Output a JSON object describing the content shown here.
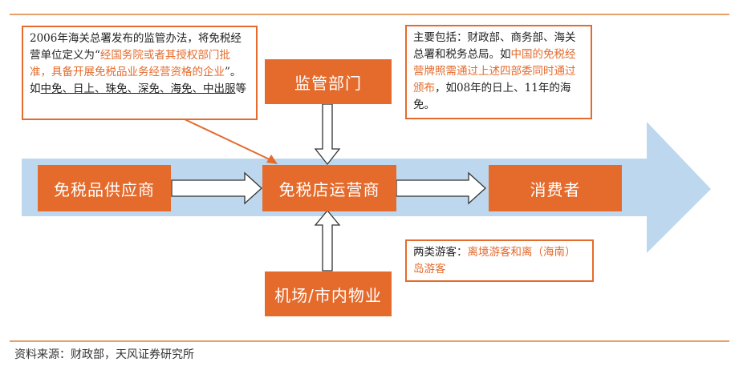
{
  "nodes": {
    "supplier": "免税品供应商",
    "operator": "免税店运营商",
    "consumer": "消费者",
    "regulator": "监管部门",
    "property": "机场/市内物业"
  },
  "notes": {
    "left": {
      "t1": "2006年海关总署发布的监管办法，将免税经营单位定义为“",
      "t2": "经国务院或者其授权部门批准，具备开展免税品业务经营资格的企业",
      "t3": "”。如",
      "t4": "中免、日上、珠免、深免、海免、中出服",
      "t5": "等"
    },
    "right_top": {
      "t1": "主要包括：财政部、商务部、海关总署和税务总局。如",
      "t2": "中国的免税经营牌照需通过上述四部委同时通过颁布",
      "t3": "，如08年的日上、11年的海免。"
    },
    "right_bottom": {
      "t1": "两类游客：",
      "t2": "离境游客和离（海南）岛游客"
    }
  },
  "source": "资料来源：财政部，天风证券研究所",
  "colors": {
    "accent": "#e46b2c",
    "flow": "#bdd8ee",
    "rule": "#e8a06a"
  }
}
